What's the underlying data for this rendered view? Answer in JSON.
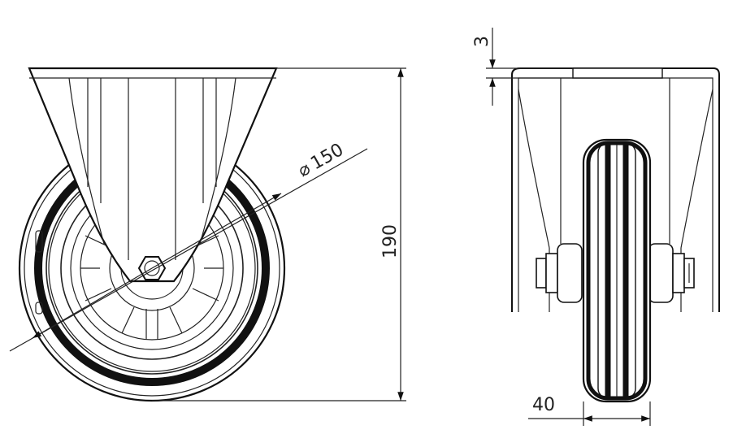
{
  "dimensions": {
    "diameter": "150",
    "height": "190",
    "plate_thickness": "3",
    "wheel_width": "40"
  }
}
